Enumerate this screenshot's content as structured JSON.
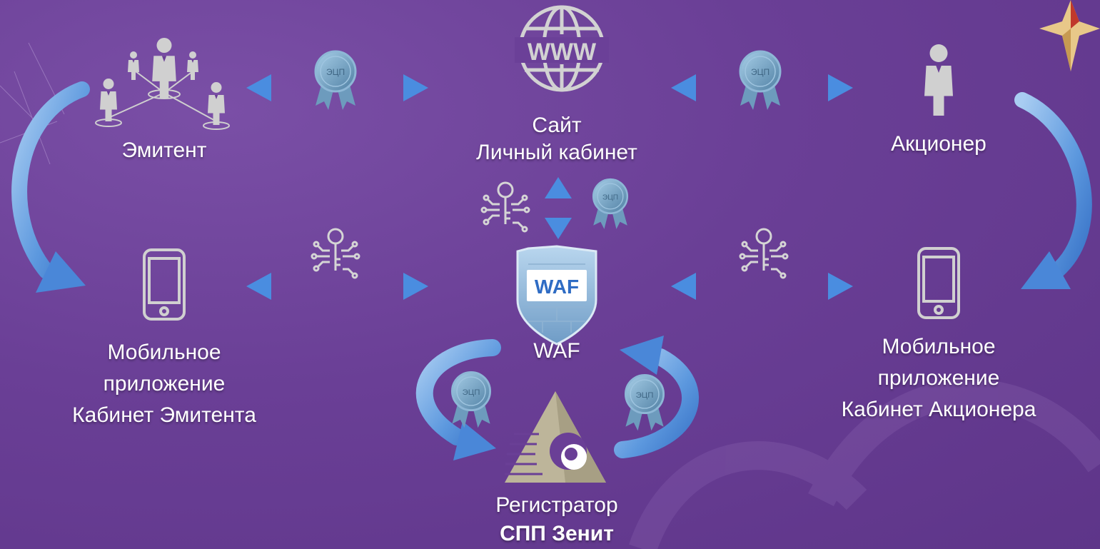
{
  "nodes": {
    "emitent": "Эмитент",
    "site_line1": "Сайт",
    "site_line2": "Личный кабинет",
    "shareholder": "Акционер",
    "waf": "WAF",
    "mobile_left_line1": "Мобильное",
    "mobile_left_line2": "приложение",
    "mobile_left_line3": "Кабинет  Эмитента",
    "mobile_right_line1": "Мобильное",
    "mobile_right_line2": "приложение",
    "mobile_right_line3": "Кабинет  Акционера",
    "registrar_line1": "Регистратор",
    "registrar_line2": "СПП Зенит"
  },
  "icons": {
    "globe_text": "WWW",
    "waf_badge_text": "WAF",
    "seal_text": "ЭЦП"
  },
  "colors": {
    "background": "#6a3f96",
    "arrow": "#4a90e0",
    "seal": "#6f9fbf",
    "icon_gray": "#c9c9c9"
  }
}
